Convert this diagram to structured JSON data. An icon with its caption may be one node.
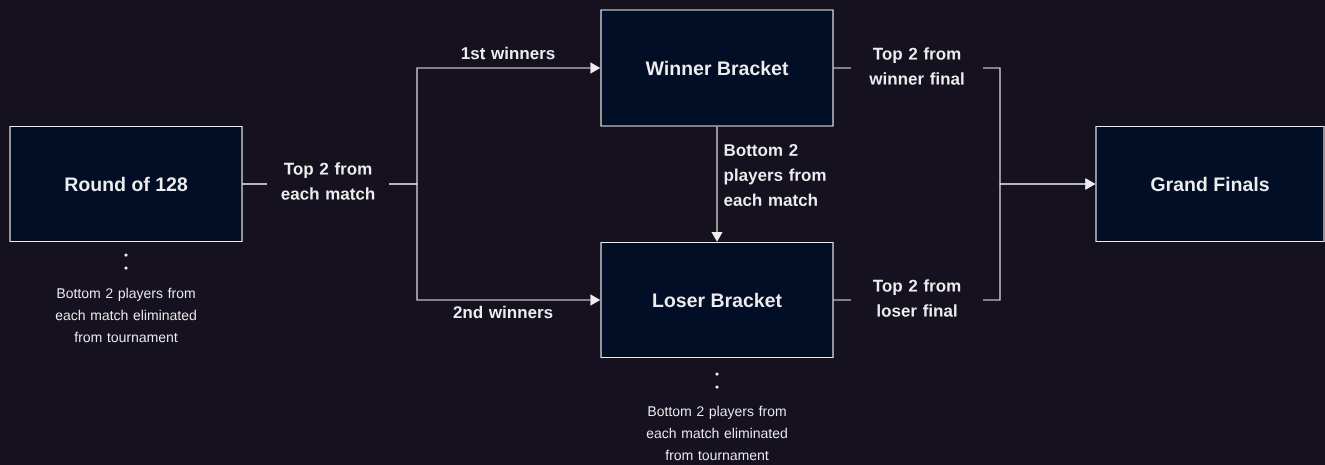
{
  "diagram": {
    "nodes": [
      {
        "text": [
          "Round of 128"
        ],
        "beside": [
          "Bottom 2 players from each match eliminated from tournament"
        ]
      },
      {
        "text": [
          "Winner Bracket"
        ]
      },
      {
        "text": [
          "Loser Bracket"
        ],
        "beside": [
          "Bottom 2 players from each match eliminated from tournament"
        ]
      },
      {
        "text": [
          "Grand Finals"
        ]
      }
    ],
    "edges": [
      {
        "from": 0,
        "to": 1,
        "arrow": "to",
        "label": "1st winners"
      },
      {
        "from": 0,
        "to": 2,
        "arrow": "to",
        "label": "2nd winners"
      },
      {
        "from": 1,
        "to": 2,
        "arrow": "to",
        "label": "Bottom 2 players from each match"
      },
      {
        "from": 1,
        "to": 3,
        "arrow": "to",
        "label": "Top 2 from winner final"
      },
      {
        "from": 2,
        "to": 3,
        "arrow": "to",
        "label": "Top 2 from loser final"
      }
    ],
    "labels": [
      "Top 2 from each match"
    ]
  }
}
